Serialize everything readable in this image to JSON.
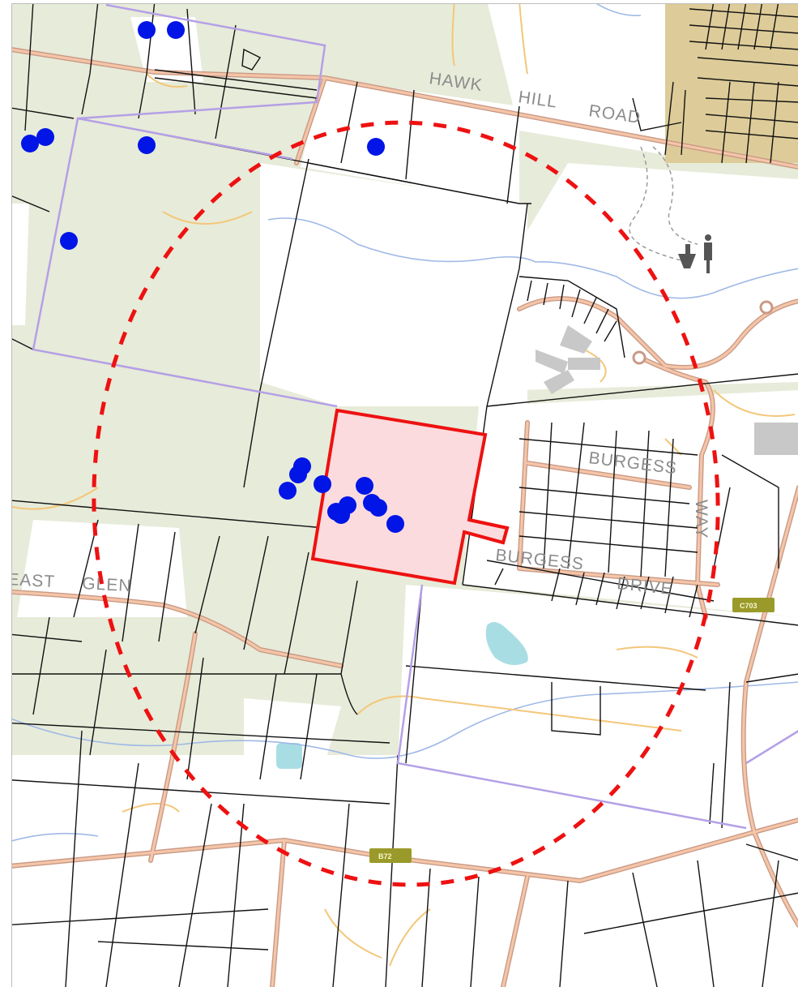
{
  "map": {
    "road_labels": {
      "hawk": "HAWK",
      "hill": "HILL",
      "road": "ROAD",
      "burgess": "BURGESS",
      "burgess_drive_a": "BURGESS",
      "burgess_drive_b": "DRIVE",
      "east": "EAST",
      "glen": "GLEN",
      "vert": "WAY"
    },
    "route_shields": {
      "east": "C703",
      "south": "B72"
    },
    "colors": {
      "vegetation": "#e7ebd9",
      "cadastre": "#111111",
      "boundary": "#b4a0e6",
      "road_casing": "#c99a86",
      "road_fill": "#f5c5a8",
      "minor_road": "#f3c77a",
      "water_line": "#9fb9e6",
      "water_body": "#a9dde4",
      "subject_parcel_fill": "#fbdbdd",
      "highlight_red": "#ee1111",
      "point_marker": "#0015e6",
      "urban_area": "#ddcc99",
      "shield": "#9a9a2a"
    },
    "icons": [
      "picnic-area-icon"
    ]
  }
}
